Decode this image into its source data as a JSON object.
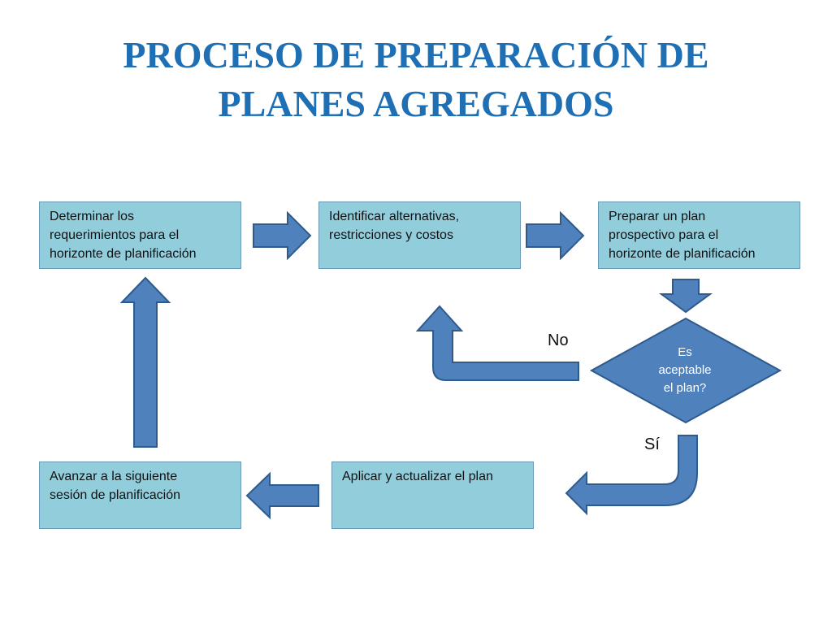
{
  "title": {
    "line1": "PROCESO DE PREPARACIÓN DE",
    "line2": "PLANES AGREGADOS"
  },
  "steps": {
    "determinar": [
      "Determinar los",
      "requerimientos para el",
      "horizonte de planificación"
    ],
    "identificar": [
      "Identificar alternativas,",
      "restricciones y costos"
    ],
    "preparar": [
      "Preparar un plan",
      "prospectivo para el",
      "horizonte de planificación"
    ],
    "aplicar": [
      "Aplicar y actualizar el plan"
    ],
    "avanzar": [
      "Avanzar a la siguiente",
      "sesión de planificación"
    ]
  },
  "decision": {
    "lines": [
      "Es",
      "aceptable",
      "el plan?"
    ],
    "no_label": "No",
    "yes_label": "Sí"
  },
  "colors": {
    "title": "#1F6FB5",
    "box_fill": "#92CDDC",
    "arrow_fill": "#4F81BD"
  }
}
